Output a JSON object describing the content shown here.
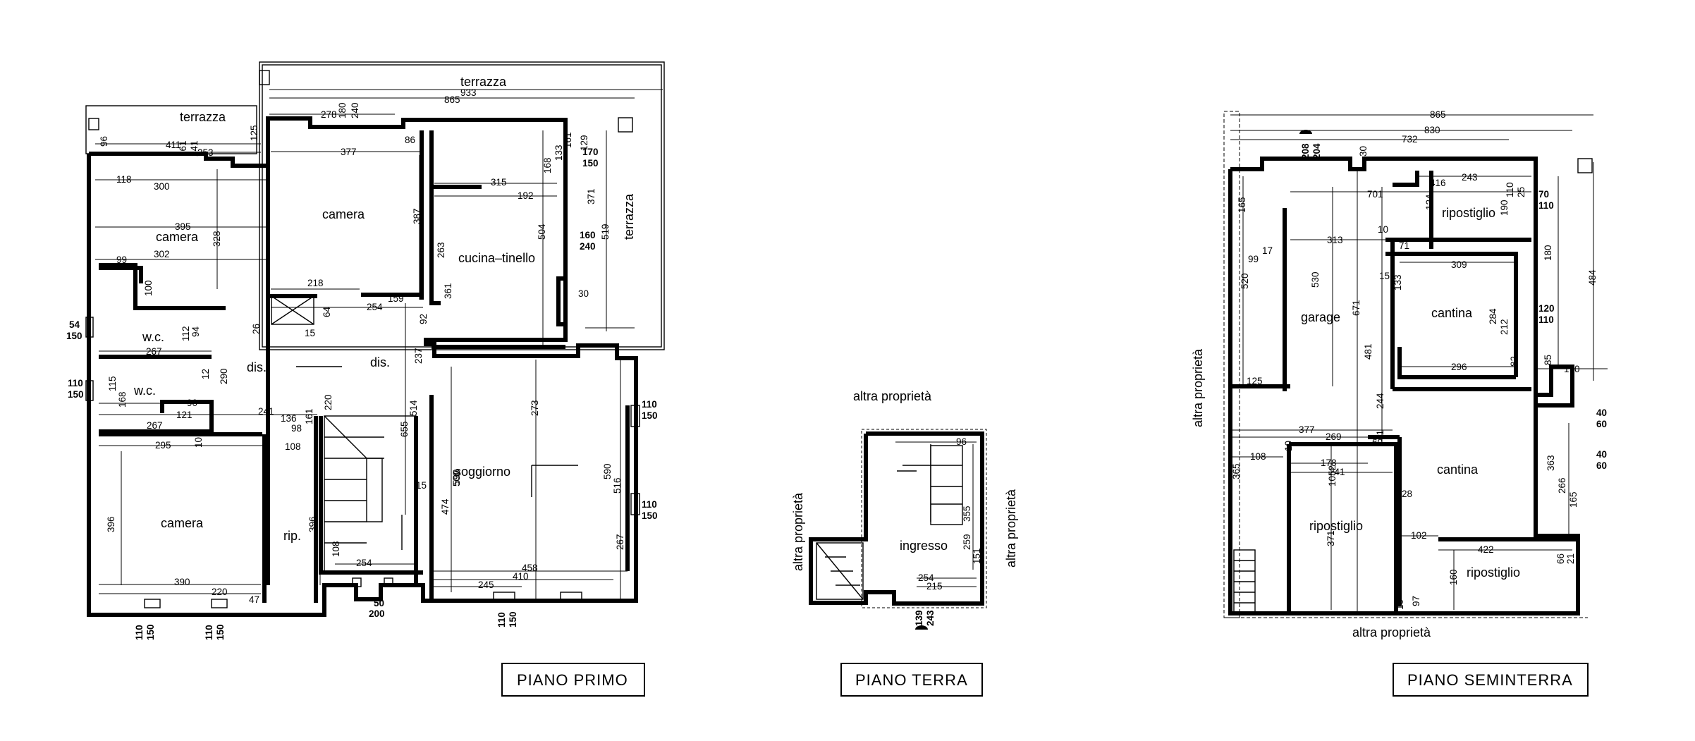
{
  "floors": [
    {
      "title": "PIANO PRIMO",
      "rooms": [
        "terrazza",
        "terrazza",
        "terrazza",
        "camera",
        "camera",
        "cucina–tinello",
        "w.c.",
        "w.c.",
        "dis.",
        "dis.",
        "soggiorno",
        "camera",
        "rip."
      ],
      "dimensions": [
        "933",
        "865",
        "278",
        "180",
        "240",
        "96",
        "411",
        "161",
        "241",
        "253",
        "125",
        "377",
        "86",
        "118",
        "300",
        "395",
        "328",
        "99",
        "302",
        "100",
        "387",
        "315",
        "192",
        "168",
        "133",
        "161",
        "129",
        "170",
        "150",
        "371",
        "519",
        "504",
        "160",
        "240",
        "263",
        "218",
        "361",
        "30",
        "64",
        "254",
        "159",
        "92",
        "15",
        "26",
        "54",
        "150",
        "267",
        "112",
        "94",
        "12",
        "290",
        "237",
        "110",
        "150",
        "115",
        "168",
        "90",
        "121",
        "267",
        "241",
        "136",
        "98",
        "161",
        "220",
        "108",
        "10",
        "295",
        "655",
        "514",
        "474",
        "590",
        "15",
        "500",
        "273",
        "516",
        "590",
        "110",
        "150",
        "396",
        "396",
        "390",
        "220",
        "47",
        "108",
        "254",
        "410",
        "458",
        "245",
        "267",
        "110",
        "150",
        "110",
        "150",
        "50",
        "200",
        "110",
        "150",
        "110",
        "150"
      ]
    },
    {
      "title": "PIANO TERRA",
      "rooms": [
        "ingresso"
      ],
      "labels": [
        "altra proprietà",
        "altra proprietà",
        "altra proprietà"
      ],
      "dimensions": [
        "96",
        "355",
        "259",
        "151",
        "254",
        "215",
        "139",
        "243"
      ]
    },
    {
      "title": "PIANO SEMINTERRA",
      "rooms": [
        "ripostiglio",
        "garage",
        "cantina",
        "cantina",
        "ripostiglio",
        "ripostiglio"
      ],
      "labels": [
        "altra proprietà",
        "altra proprietà"
      ],
      "dimensions": [
        "865",
        "830",
        "732",
        "208",
        "204",
        "30",
        "165",
        "416",
        "243",
        "701",
        "124",
        "110",
        "190",
        "25",
        "70",
        "110",
        "520",
        "17",
        "99",
        "313",
        "10",
        "71",
        "309",
        "15",
        "133",
        "530",
        "671",
        "1052",
        "284",
        "212",
        "82",
        "296",
        "125",
        "170",
        "481",
        "244",
        "120",
        "110",
        "180",
        "85",
        "484",
        "377",
        "269",
        "60",
        "11",
        "40",
        "60",
        "365",
        "108",
        "10",
        "178",
        "241",
        "28",
        "102",
        "371",
        "10",
        "97",
        "160",
        "422",
        "66",
        "21",
        "363",
        "266",
        "165",
        "40",
        "60"
      ]
    }
  ]
}
